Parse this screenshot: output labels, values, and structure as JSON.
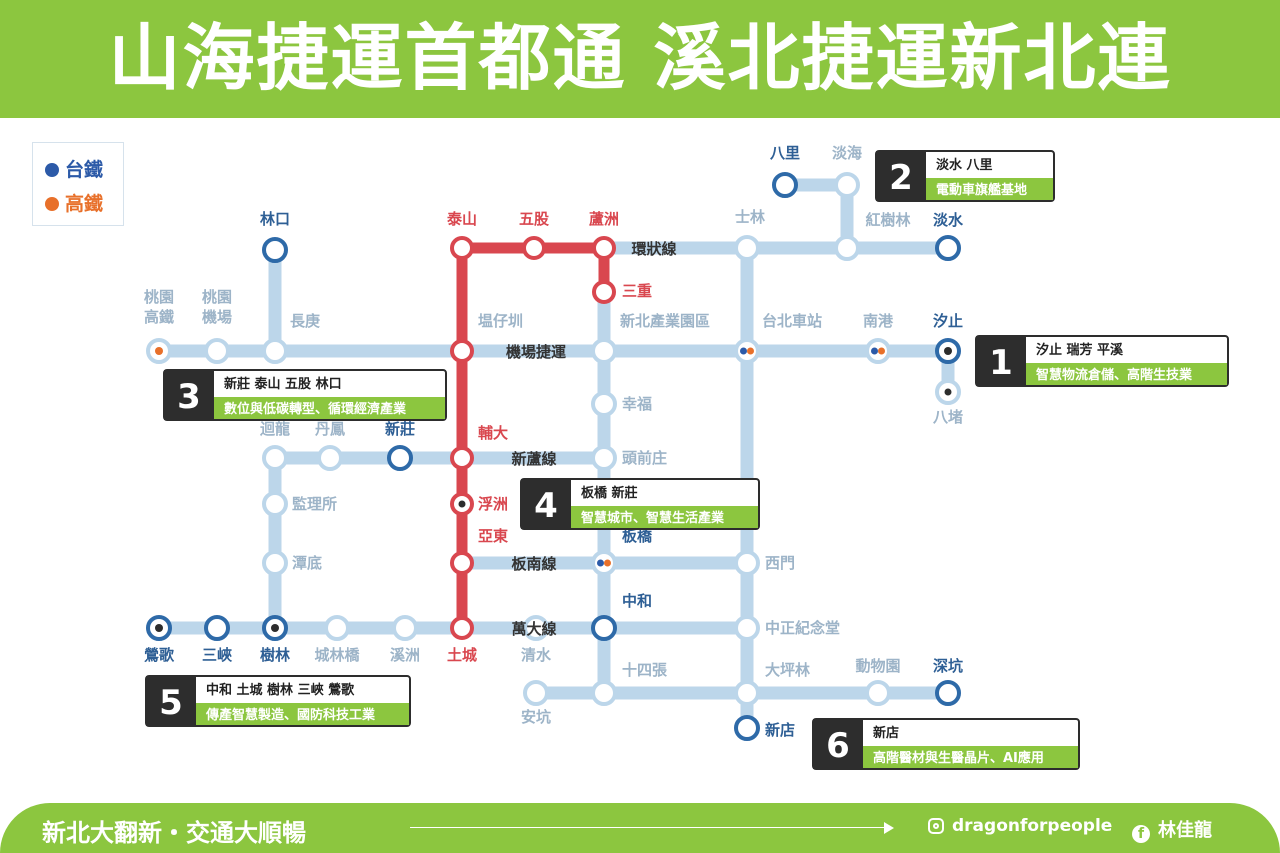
{
  "header": {
    "title": "山海捷運首都通  溪北捷運新北連",
    "bg": "#8cc63f"
  },
  "legend": {
    "tra": "台鐵",
    "hsr": "高鐵",
    "tra_color": "#2c5aa8",
    "hsr_color": "#e8702a"
  },
  "colors": {
    "line": "#bcd6ea",
    "red": "#d9474f",
    "station_outline": "#2e6aa8",
    "muted_text": "#9db4c8",
    "dark_text": "#2e5f95",
    "box_dark": "#2d2d2d",
    "box_green": "#8cc63f"
  },
  "line_labels": [
    "環狀線",
    "機場捷運",
    "新蘆線",
    "板南線",
    "萬大線"
  ],
  "stations": {
    "bali": "八里",
    "danhai": "淡海",
    "shilin": "士林",
    "hongshulin": "紅樹林",
    "tamsui": "淡水",
    "linkou": "林口",
    "taishan": "泰山",
    "wugu": "五股",
    "luzhou": "蘆洲",
    "sanchong": "三重",
    "taoyuan_hsr": "桃園\n高鐵",
    "taoyuan_airport": "桃園\n機場",
    "changgeng": "長庚",
    "tazaiwei": "塭仔圳",
    "xinbei_park": "新北產業園區",
    "taipei_main": "台北車站",
    "nangang": "南港",
    "xizhi": "汐止",
    "badu": "八堵",
    "xingfu": "幸福",
    "huilong": "迴龍",
    "danfeng": "丹鳳",
    "xinzhuang": "新莊",
    "fuda": "輔大",
    "touqianzhuang": "頭前庄",
    "jianlisuo": "監理所",
    "fuzhou": "浮洲",
    "tandi": "潭底",
    "yadong": "亞東",
    "banqiao": "板橋",
    "ximen": "西門",
    "zhonghe": "中和",
    "cks_memorial": "中正紀念堂",
    "yingge": "鶯歌",
    "sanxia": "三峽",
    "shulin": "樹林",
    "chenglinqiao": "城林橋",
    "xizhou": "溪洲",
    "tucheng": "土城",
    "qingshui": "清水",
    "shisizhang": "十四張",
    "dapinglin": "大坪林",
    "zoo": "動物園",
    "shenkeng": "深坑",
    "ankeng": "安坑",
    "xindian": "新店"
  },
  "panels": [
    {
      "num": "1",
      "title": "汐止 瑞芳 平溪",
      "body": "智慧物流倉儲、高階生技業"
    },
    {
      "num": "2",
      "title": "淡水 八里",
      "body": "電動車旗艦基地"
    },
    {
      "num": "3",
      "title": "新莊 泰山 五股 林口",
      "body": "數位與低碳轉型、循環經濟產業"
    },
    {
      "num": "4",
      "title": "板橋 新莊",
      "body": "智慧城市、智慧生活產業"
    },
    {
      "num": "5",
      "title": "中和 土城 樹林 三峽 鶯歌",
      "body": "傳產智慧製造、國防科技工業"
    },
    {
      "num": "6",
      "title": "新店",
      "body": "高階醫材與生醫晶片、AI應用"
    }
  ],
  "footer": {
    "slogan": "新北大翻新・交通大順暢",
    "instagram": "dragonforpeople",
    "facebook": "林佳龍"
  }
}
